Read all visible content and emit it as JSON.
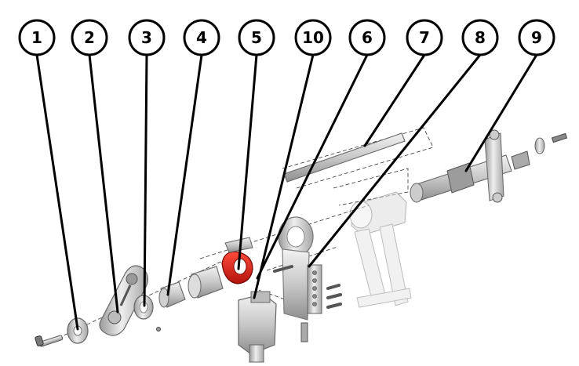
{
  "callouts": [
    {
      "label": "1"
    },
    {
      "label": "2"
    },
    {
      "label": "3"
    },
    {
      "label": "4"
    },
    {
      "label": "5"
    },
    {
      "label": "10"
    },
    {
      "label": "6"
    },
    {
      "label": "7"
    },
    {
      "label": "8"
    },
    {
      "label": "9"
    }
  ],
  "colors": {
    "leader": "#000000",
    "part_fill": "#d9d9d9",
    "part_stroke": "#6e6e6e",
    "highlight": "#e0221a",
    "axis_dash": "#333333"
  }
}
